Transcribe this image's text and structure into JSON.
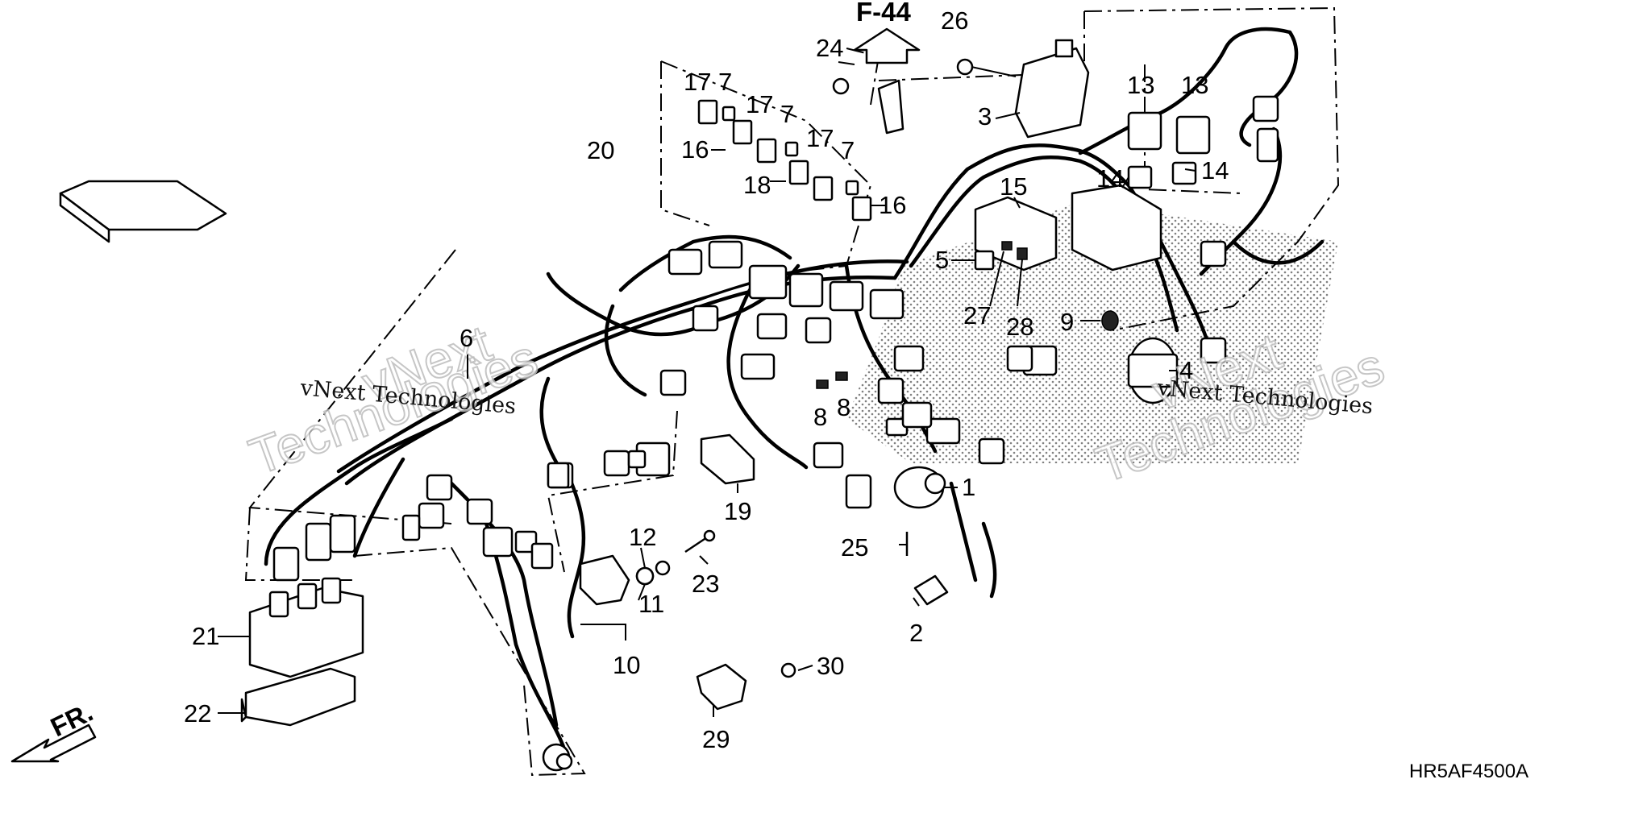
{
  "diagram": {
    "reference": "F-44",
    "direction_label": "FR.",
    "drawing_code": "HR5AF4500A",
    "watermark_line": "vNext Technologies",
    "watermark_big_top": "vNext",
    "watermark_big_bottom": "Technologies",
    "callouts": {
      "n1": "1",
      "n2": "2",
      "n3": "3",
      "n4": "4",
      "n5": "5",
      "n6": "6",
      "n7": "7",
      "n8": "8",
      "n9": "9",
      "n10": "10",
      "n11": "11",
      "n12": "12",
      "n13": "13",
      "n14": "14",
      "n15": "15",
      "n16": "16",
      "n17": "17",
      "n18": "18",
      "n19": "19",
      "n20": "20",
      "n21": "21",
      "n22": "22",
      "n23": "23",
      "n24": "24",
      "n25": "25",
      "n26": "26",
      "n27": "27",
      "n28": "28",
      "n29": "29",
      "n30": "30"
    }
  }
}
